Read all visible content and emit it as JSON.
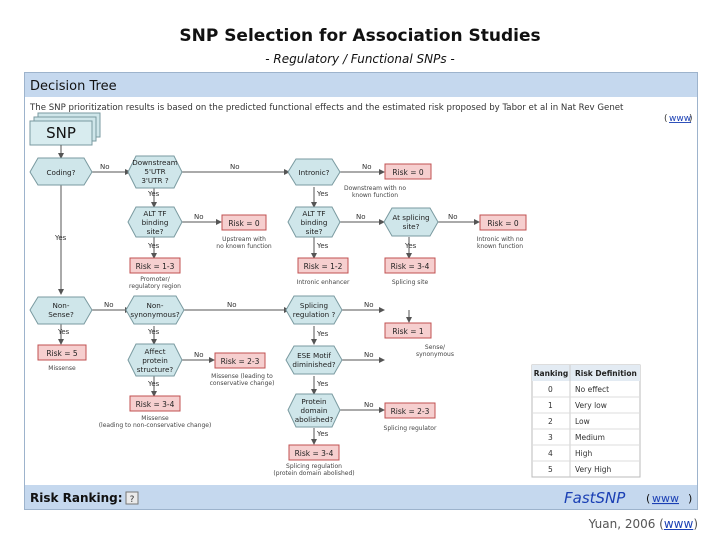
{
  "title": "SNP Selection for Association Studies",
  "subtitle": "- Regulatory / Functional SNPs -",
  "panel": {
    "header": "Decision Tree",
    "description": "The SNP prioritization results is based on the predicted functional effects and the estimated risk proposed by Tabor et al in Nat Rev Genet",
    "www_link": "www",
    "snp_label": "SNP",
    "footer_label": "Risk Ranking:",
    "help_icon": "?",
    "brand": "FastSNP",
    "brand_link": "www"
  },
  "nodes": {
    "coding": "Coding?",
    "downstream": [
      "Downstream",
      "5'UTR",
      "3'UTR ?"
    ],
    "intronic": "Intronic?",
    "risk0_top": "Risk = 0",
    "tf_binding_left": [
      "ALT TF",
      "binding",
      "site?"
    ],
    "risk0_left": "Risk = 0",
    "tf_binding_mid": [
      "ALT TF",
      "binding",
      "site?"
    ],
    "splicing_site": [
      "At splicing",
      "site?"
    ],
    "risk0_right": "Risk = 0",
    "risk13_left": "Risk = 1-3",
    "risk12": "Risk = 1-2",
    "risk34_top": "Risk = 3-4",
    "nonsense": [
      "Non-",
      "Sense?"
    ],
    "nonsynonymous": [
      "Non-",
      "synonymous?"
    ],
    "splicing_regulation": [
      "Splicing",
      "regulation ?"
    ],
    "risk1": "Risk = 1",
    "risk5": "Risk = 5",
    "affect_protein": [
      "Affect",
      "protein",
      "structure?"
    ],
    "risk23": "Risk = 2-3",
    "ese_motif": [
      "ESE Motif",
      "diminished?"
    ],
    "risk34_left": "Risk = 3-4",
    "protein_domain": [
      "Protein",
      "domain",
      "abolished?"
    ],
    "risk23_right": "Risk = 2-3",
    "risk34_bottom": "Risk = 3-4"
  },
  "edge_labels": {
    "no": "No",
    "yes": "Yes"
  },
  "annotations": {
    "downstream_no_function": [
      "Downstream with no",
      "known function"
    ],
    "upstream_no_function": [
      "Upstream with",
      "no known function"
    ],
    "intronic_no_function": [
      "Intronic with no",
      "known function"
    ],
    "promoter": [
      "Promoter/",
      "regulatory region"
    ],
    "intronic_enhancer": "Intronic enhancer",
    "splicing_site": "Splicing site",
    "sense_synonymous": [
      "Sense/",
      "synonymous"
    ],
    "missense_left": "Missense",
    "missense_conservative": [
      "Missense (leading to",
      "conservative change)"
    ],
    "missense_nonconservative": [
      "Missense",
      "(leading to non-conservative change)"
    ],
    "splicing_regulator": "Splicing regulator",
    "splicing_regulation_domain": [
      "Splicing regulation",
      "(protein domain abolished)"
    ]
  },
  "ranking_table": {
    "headers": [
      "Ranking",
      "Risk Definition"
    ],
    "rows": [
      [
        "0",
        "No effect"
      ],
      [
        "1",
        "Very low"
      ],
      [
        "2",
        "Low"
      ],
      [
        "3",
        "Medium"
      ],
      [
        "4",
        "High"
      ],
      [
        "5",
        "Very High"
      ]
    ]
  },
  "footer": {
    "text": "Yuan, 2006",
    "link": "www"
  },
  "colors": {
    "panel_bar": "#c5d8ee",
    "node_fill": "#cfe6ea",
    "node_stroke": "#7a9aa0",
    "risk_fill": "#f6cfcf",
    "risk_stroke": "#c05050",
    "brand": "#1a3fb4"
  }
}
